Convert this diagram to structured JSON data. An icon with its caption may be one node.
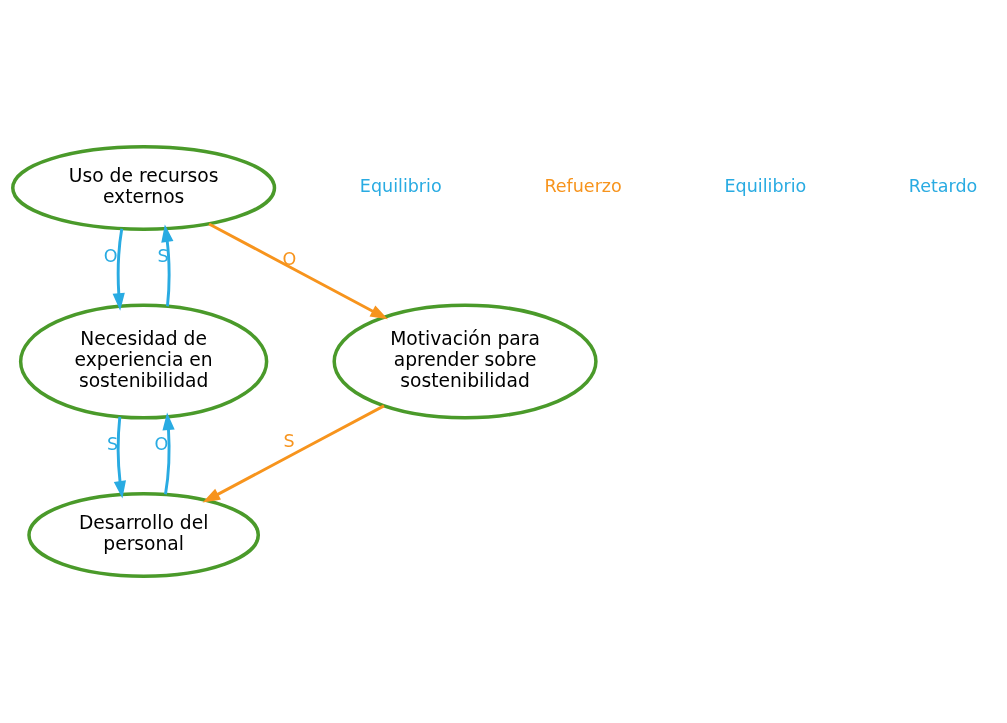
{
  "diagram": {
    "nodes": [
      {
        "text": [
          "Uso de recursos externos"
        ]
      },
      {
        "text": [
          "Necesidad de experiencia en sostenibilidad"
        ]
      },
      {
        "text": [
          "Motivación para aprender sobre sostenibilidad"
        ]
      },
      {
        "text": [
          "Desarrollo del personal"
        ]
      }
    ],
    "edges": [
      {
        "from": 1,
        "to": 0,
        "arrow": "to",
        "label": "S"
      },
      {
        "from": 0,
        "to": 1,
        "arrow": "to",
        "label": "O"
      },
      {
        "from": 0,
        "to": 2,
        "arrow": "to",
        "label": "O",
        "color": "#f7941d"
      },
      {
        "from": 2,
        "to": 3,
        "arrow": "to",
        "label": "S",
        "color": "#f7941d"
      },
      {
        "from": 1,
        "to": 3,
        "arrow": "to",
        "label": "S"
      },
      {
        "from": 3,
        "to": 1,
        "arrow": "to",
        "label": "O"
      }
    ],
    "labels": [
      "Equilibrio",
      "Refuerzo",
      "Equilibrio",
      "Retardo"
    ]
  }
}
